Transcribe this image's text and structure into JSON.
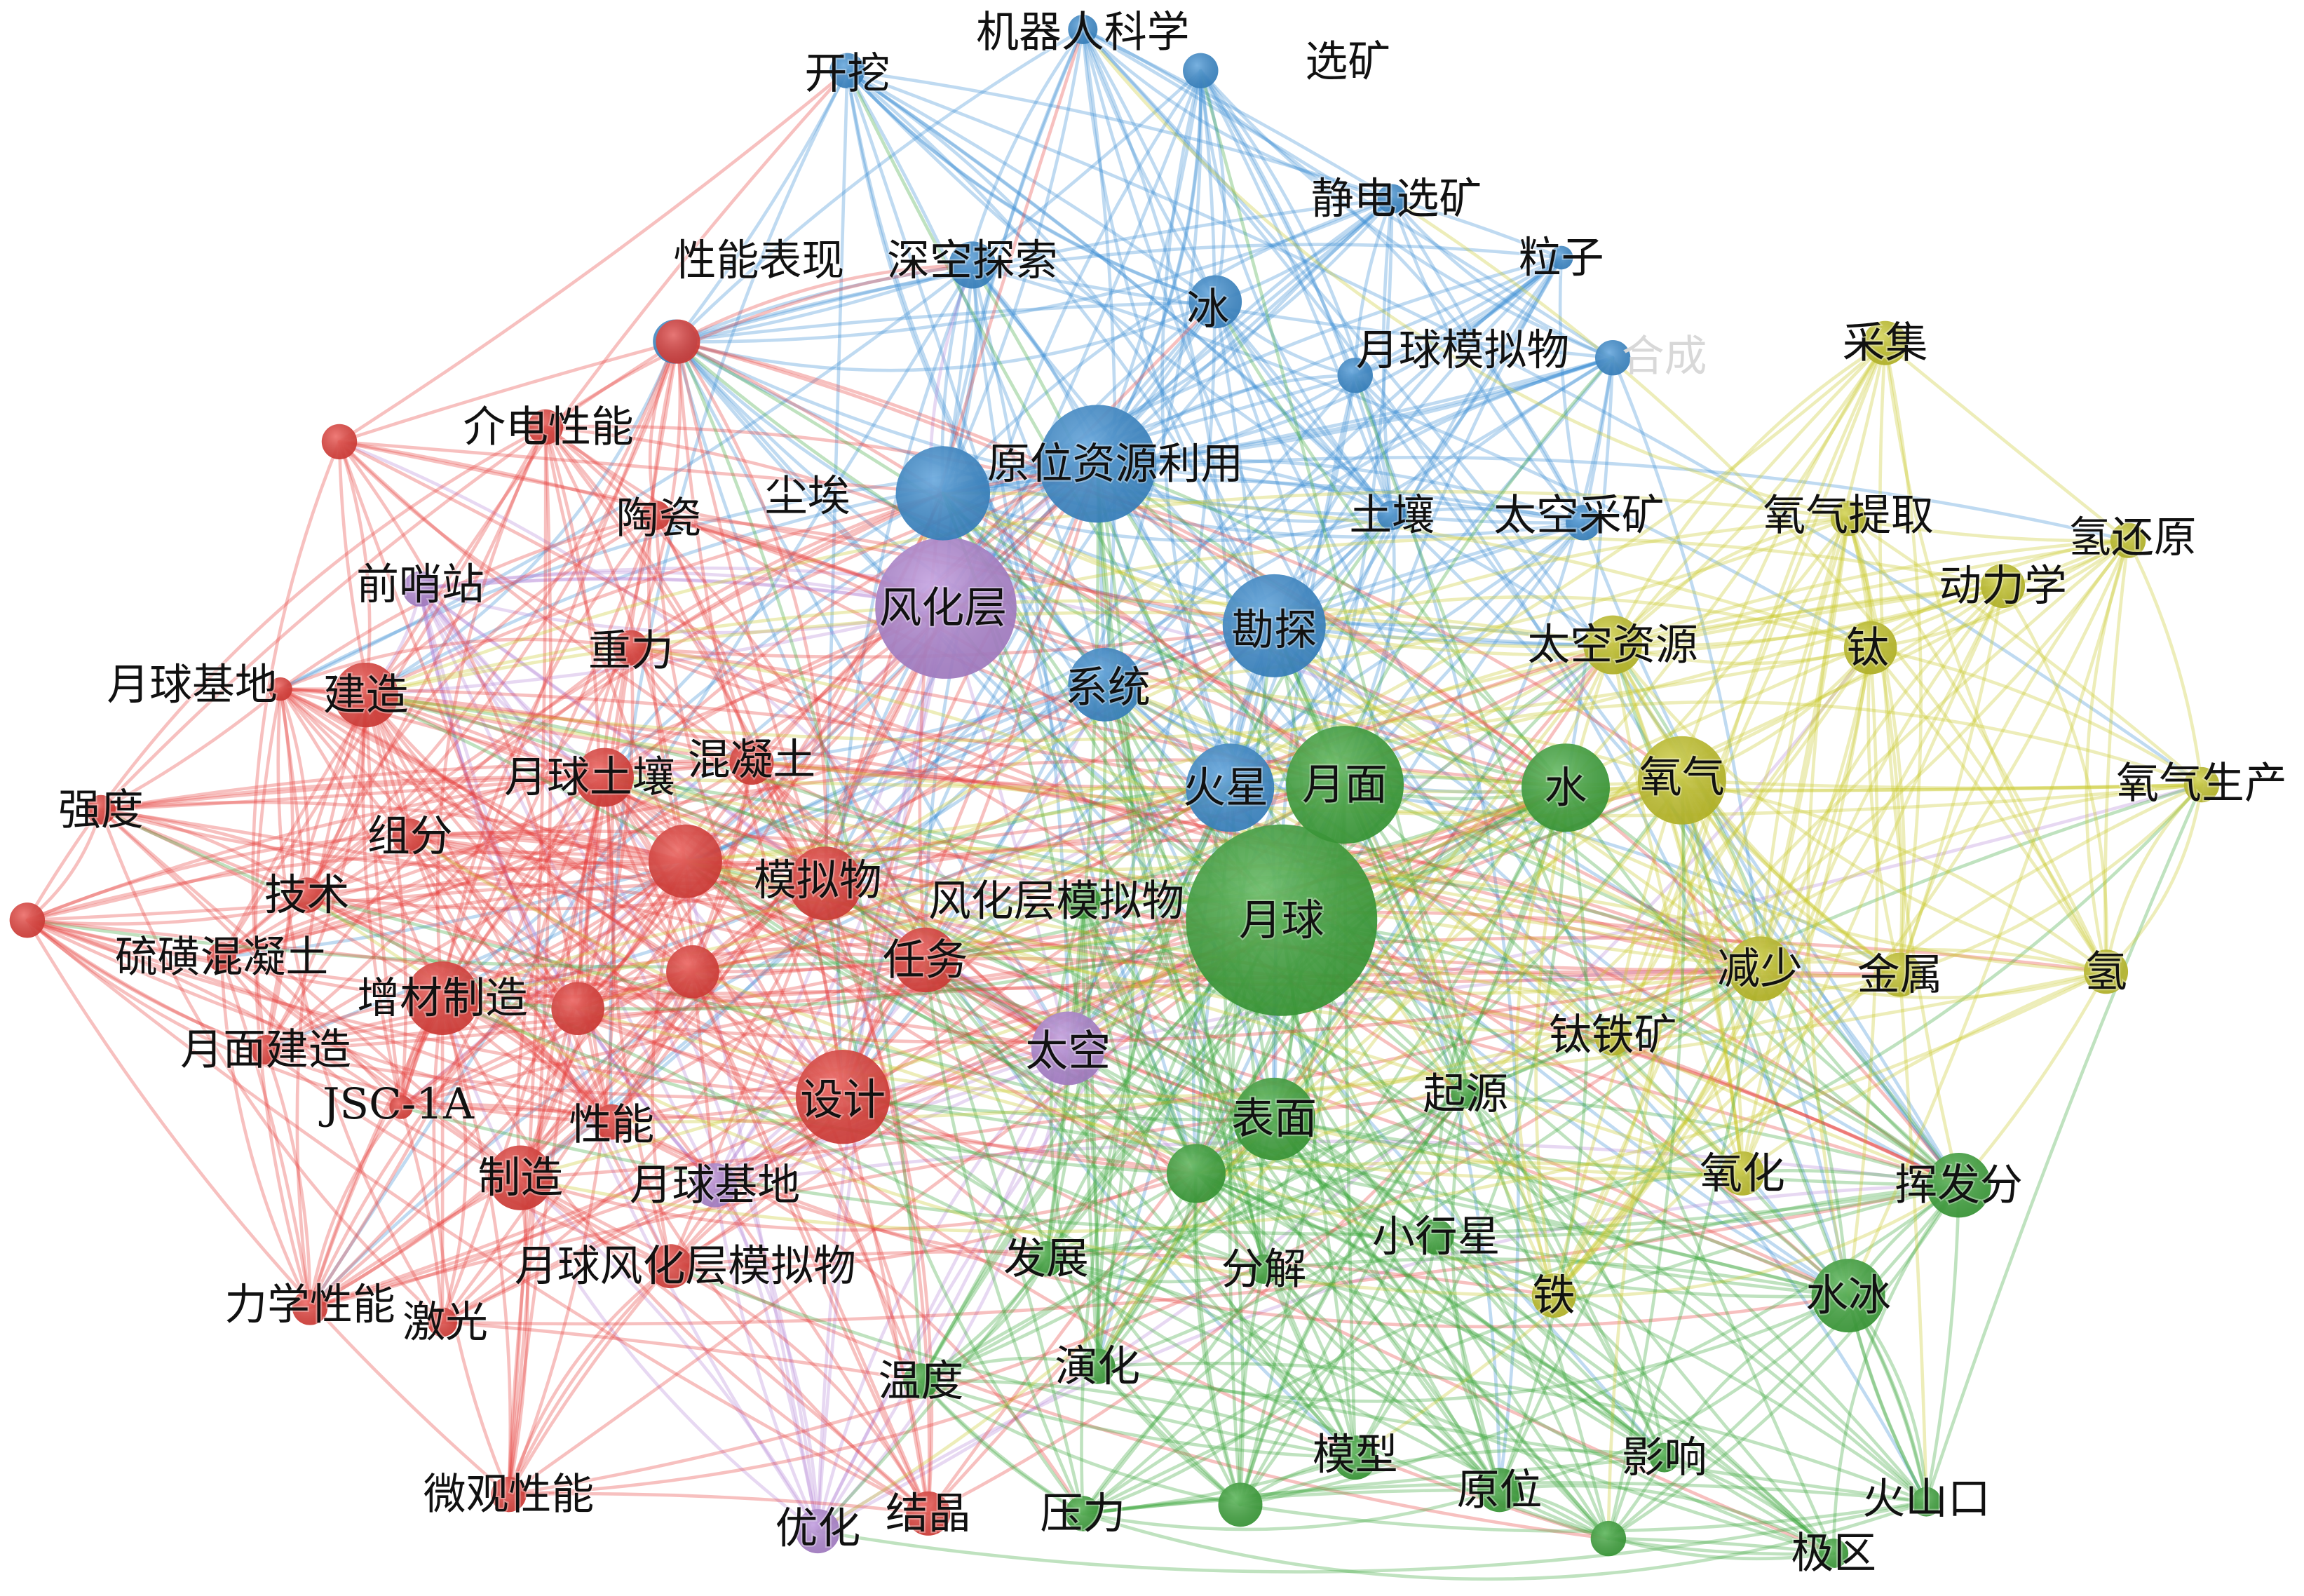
{
  "clusters": {
    "red": "#e8413c",
    "blue": "#3d8fd4",
    "green": "#3ea83c",
    "yellow": "#c9c92a",
    "purple": "#b58ad9"
  },
  "nodes": [
    {
      "label": "机器人科学",
      "cluster": "blue"
    },
    {
      "label": "开挖",
      "cluster": "blue"
    },
    {
      "label": "选矿",
      "cluster": "blue"
    },
    {
      "label": "静电选矿",
      "cluster": "blue"
    },
    {
      "label": "粒子",
      "cluster": "blue"
    },
    {
      "label": "性能表现",
      "cluster": "blue"
    },
    {
      "label": "深空探索",
      "cluster": "blue"
    },
    {
      "label": "冰",
      "cluster": "blue"
    },
    {
      "label": "月球模拟物",
      "cluster": "blue"
    },
    {
      "label": "合成",
      "cluster": "blue"
    },
    {
      "label": "原位资源利用",
      "cluster": "blue"
    },
    {
      "label": "尘埃",
      "cluster": "blue"
    },
    {
      "label": "土壤",
      "cluster": "blue"
    },
    {
      "label": "太空采矿",
      "cluster": "blue"
    },
    {
      "label": "勘探",
      "cluster": "blue"
    },
    {
      "label": "系统",
      "cluster": "blue"
    },
    {
      "label": "火星",
      "cluster": "blue"
    },
    {
      "label": "风化层",
      "cluster": "purple"
    },
    {
      "label": "前哨站",
      "cluster": "purple"
    },
    {
      "label": "太空",
      "cluster": "purple"
    },
    {
      "label": "月球基地",
      "cluster": "purple"
    },
    {
      "label": "优化",
      "cluster": "purple"
    },
    {
      "label": "介电性能",
      "cluster": "red"
    },
    {
      "label": "陶瓷",
      "cluster": "red"
    },
    {
      "label": "重力",
      "cluster": "red"
    },
    {
      "label": "月球基地",
      "cluster": "red"
    },
    {
      "label": "建造",
      "cluster": "red"
    },
    {
      "label": "月球土壤",
      "cluster": "red"
    },
    {
      "label": "混凝土",
      "cluster": "red"
    },
    {
      "label": "强度",
      "cluster": "red"
    },
    {
      "label": "组分",
      "cluster": "red"
    },
    {
      "label": "模拟物",
      "cluster": "red"
    },
    {
      "label": "技术",
      "cluster": "red"
    },
    {
      "label": "硫磺混凝土",
      "cluster": "red"
    },
    {
      "label": "任务",
      "cluster": "red"
    },
    {
      "label": "增材制造",
      "cluster": "red"
    },
    {
      "label": "月面建造",
      "cluster": "red"
    },
    {
      "label": "JSC-1A",
      "cluster": "red"
    },
    {
      "label": "性能",
      "cluster": "red"
    },
    {
      "label": "设计",
      "cluster": "red"
    },
    {
      "label": "制造",
      "cluster": "red"
    },
    {
      "label": "月球风化层模拟物",
      "cluster": "red"
    },
    {
      "label": "力学性能",
      "cluster": "red"
    },
    {
      "label": "激光",
      "cluster": "red"
    },
    {
      "label": "微观性能",
      "cluster": "red"
    },
    {
      "label": "结晶",
      "cluster": "red"
    },
    {
      "label": "月面",
      "cluster": "green"
    },
    {
      "label": "水",
      "cluster": "green"
    },
    {
      "label": "月球",
      "cluster": "green"
    },
    {
      "label": "风化层模拟物",
      "cluster": "green"
    },
    {
      "label": "表面",
      "cluster": "green"
    },
    {
      "label": "起源",
      "cluster": "green"
    },
    {
      "label": "发展",
      "cluster": "green"
    },
    {
      "label": "分解",
      "cluster": "green"
    },
    {
      "label": "小行星",
      "cluster": "green"
    },
    {
      "label": "温度",
      "cluster": "green"
    },
    {
      "label": "演化",
      "cluster": "green"
    },
    {
      "label": "模型",
      "cluster": "green"
    },
    {
      "label": "原位",
      "cluster": "green"
    },
    {
      "label": "影响",
      "cluster": "green"
    },
    {
      "label": "压力",
      "cluster": "green"
    },
    {
      "label": "挥发分",
      "cluster": "green"
    },
    {
      "label": "水冰",
      "cluster": "green"
    },
    {
      "label": "火山口",
      "cluster": "green"
    },
    {
      "label": "极区",
      "cluster": "green"
    },
    {
      "label": "采集",
      "cluster": "yellow"
    },
    {
      "label": "氧气提取",
      "cluster": "yellow"
    },
    {
      "label": "氢还原",
      "cluster": "yellow"
    },
    {
      "label": "动力学",
      "cluster": "yellow"
    },
    {
      "label": "太空资源",
      "cluster": "yellow"
    },
    {
      "label": "钛",
      "cluster": "yellow"
    },
    {
      "label": "氧气",
      "cluster": "yellow"
    },
    {
      "label": "氧气生产",
      "cluster": "yellow"
    },
    {
      "label": "减少",
      "cluster": "yellow"
    },
    {
      "label": "金属",
      "cluster": "yellow"
    },
    {
      "label": "氢",
      "cluster": "yellow"
    },
    {
      "label": "钛铁矿",
      "cluster": "yellow"
    },
    {
      "label": "氧化",
      "cluster": "yellow"
    },
    {
      "label": "铁",
      "cluster": "yellow"
    }
  ]
}
